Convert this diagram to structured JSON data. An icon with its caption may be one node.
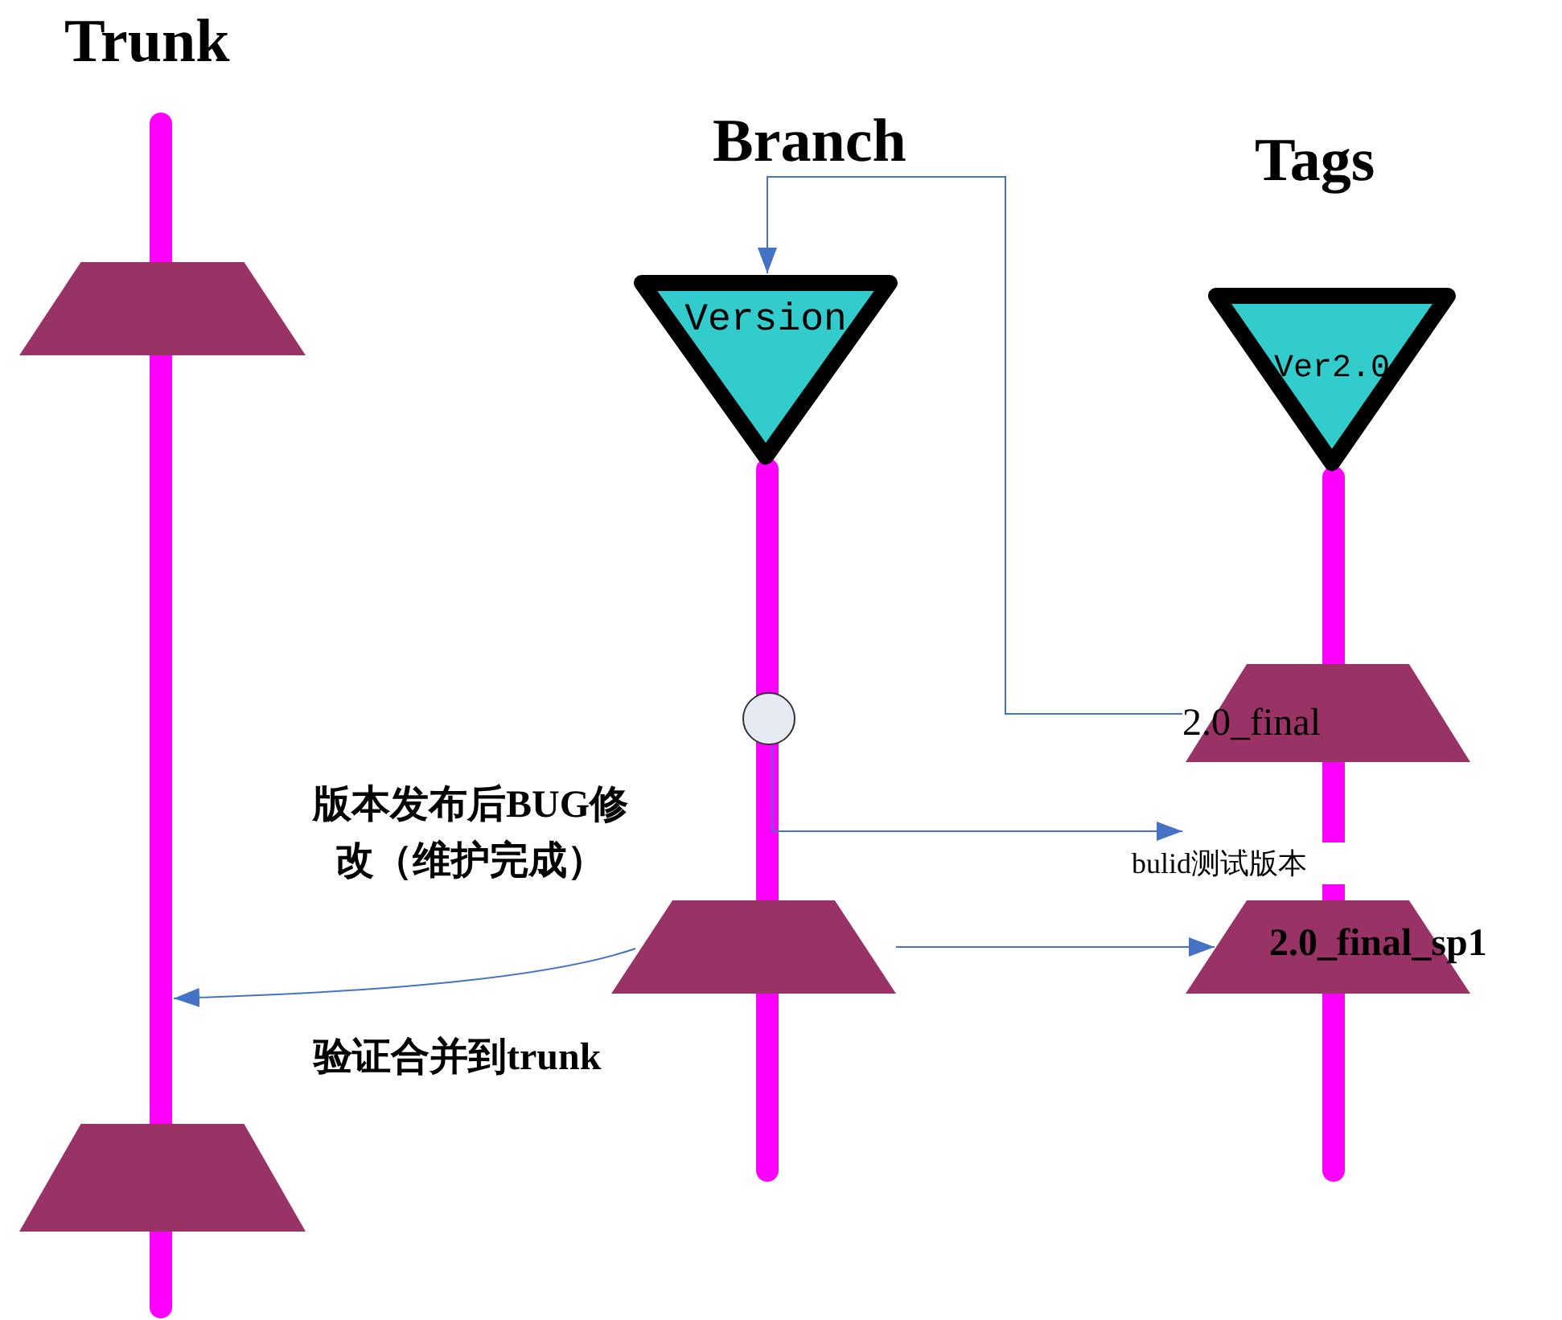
{
  "diagram": {
    "nodes": [
      {
        "text": [],
        "shape": "bar"
      },
      {
        "text": [],
        "shape": "trapezoid"
      },
      {
        "text": [],
        "shape": "trapezoid"
      },
      {
        "text": [],
        "shape": "bar"
      },
      {
        "text": [
          "Version"
        ]
      },
      {
        "text": [],
        "shape": "circle"
      },
      {
        "text": [],
        "shape": "trapezoid"
      },
      {
        "text": [],
        "shape": "bar"
      },
      {
        "text": [
          "Ver2.0"
        ]
      },
      {
        "text": [
          "2.0_final"
        ]
      },
      {
        "text": [
          "2.0_final_sp1"
        ]
      }
    ],
    "edges": [
      {
        "from": 9,
        "to": 4,
        "arrow": "to"
      },
      {
        "from": 5,
        "to": null,
        "arrow": "to",
        "label": "bulid测试版本"
      },
      {
        "from": 6,
        "to": 10,
        "arrow": "to"
      },
      {
        "from": 6,
        "to": 0,
        "arrow": "to",
        "label": "版本发布后BUG修改（维护完成）"
      }
    ],
    "labels": [
      "Trunk",
      "Branch",
      "Tags",
      "验证合并到trunk"
    ]
  }
}
